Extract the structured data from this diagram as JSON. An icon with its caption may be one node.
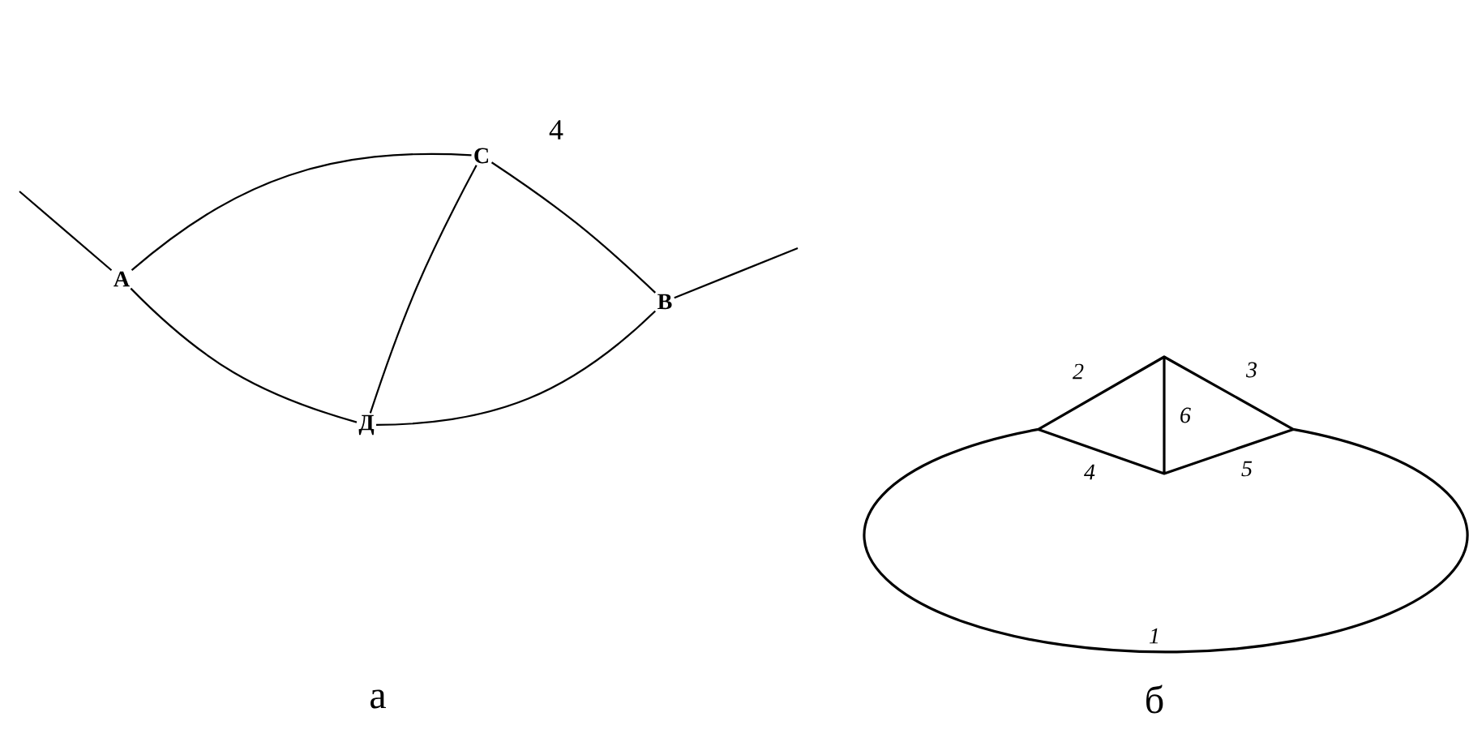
{
  "diagram": {
    "nodes": [
      {
        "text": [
          "А"
        ]
      },
      {
        "text": [
          "С"
        ]
      },
      {
        "text": [
          "В"
        ]
      },
      {
        "text": [
          "Д"
        ]
      }
    ],
    "edges": [
      {
        "from": null,
        "to": 0,
        "arrow": "none"
      },
      {
        "from": 0,
        "to": 1,
        "arrow": "none"
      },
      {
        "from": 1,
        "to": 2,
        "arrow": "none"
      },
      {
        "from": 2,
        "to": null,
        "arrow": "none"
      },
      {
        "from": 0,
        "to": 3,
        "arrow": "none"
      },
      {
        "from": 3,
        "to": 2,
        "arrow": "none"
      },
      {
        "from": 1,
        "to": 3,
        "arrow": "none"
      }
    ],
    "labels": [
      "4",
      "2",
      "3",
      "6",
      "4",
      "5",
      "1",
      "а",
      "б"
    ]
  }
}
